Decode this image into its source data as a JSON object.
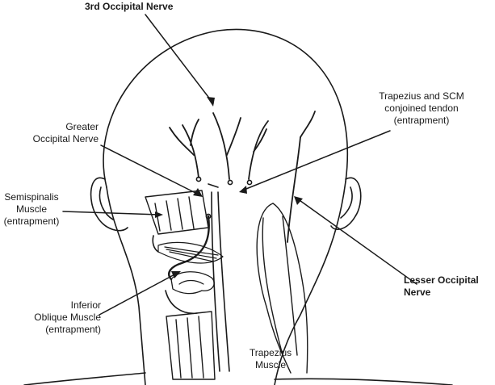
{
  "labels": {
    "third_occipital": [
      "3rd Occipital Nerve"
    ],
    "greater_occipital": [
      "Greater",
      "Occipital Nerve"
    ],
    "semispinalis": [
      "Semispinalis",
      "Muscle",
      "(entrapment)"
    ],
    "inferior_oblique": [
      "Inferior",
      "Oblique Muscle",
      "(entrapment)"
    ],
    "trapezius_scm": [
      "Trapezius and SCM",
      "conjoined tendon",
      "(entrapment)"
    ],
    "lesser_occipital": [
      "Lesser Occipital",
      "Nerve"
    ],
    "trapezius_muscle": [
      "Trapezius",
      "Muscle"
    ]
  },
  "colors": {
    "line": "#1a1a1a",
    "text": "#1a1a1a",
    "background": "#ffffff"
  }
}
